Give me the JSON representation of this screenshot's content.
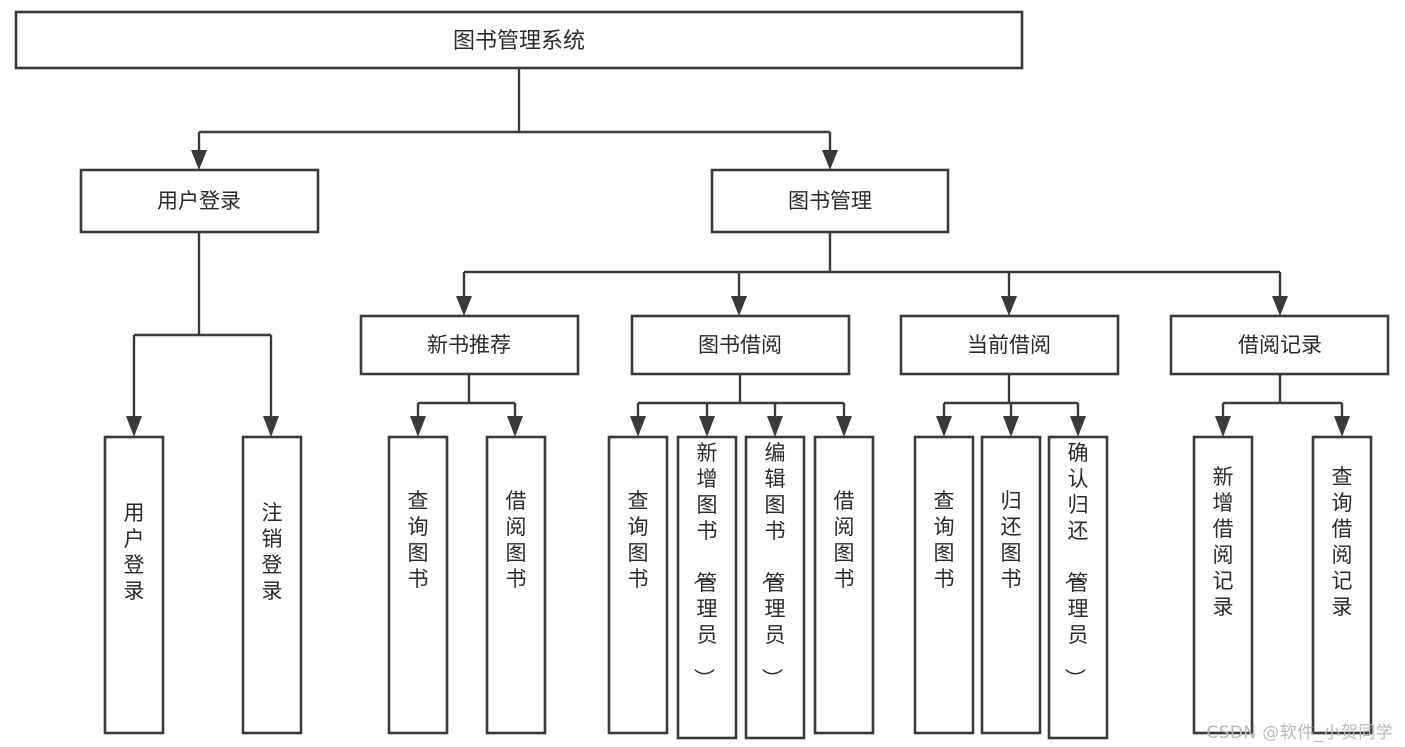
{
  "diagram": {
    "type": "tree",
    "title": "图书管理系统",
    "watermark": "CSDN @软件_小贺同学",
    "colors": {
      "background": "#ffffff",
      "box_stroke": "#3a3a3a",
      "box_fill": "#ffffff",
      "text": "#2b2b2b",
      "watermark": "#b9b9b9"
    },
    "root": {
      "label": "图书管理系统",
      "orientation": "horizontal"
    },
    "level2": [
      {
        "label": "用户登录",
        "orientation": "horizontal"
      },
      {
        "label": "图书管理",
        "orientation": "horizontal"
      }
    ],
    "level3": [
      {
        "label": "新书推荐",
        "orientation": "horizontal"
      },
      {
        "label": "图书借阅",
        "orientation": "horizontal"
      },
      {
        "label": "当前借阅",
        "orientation": "horizontal"
      },
      {
        "label": "借阅记录",
        "orientation": "horizontal"
      }
    ],
    "leaves": {
      "user_login": [
        {
          "label": "用户登录",
          "orientation": "vertical"
        },
        {
          "label": "注销登录",
          "orientation": "vertical"
        }
      ],
      "new_book_recommend": [
        {
          "label": "查询图书",
          "orientation": "vertical"
        },
        {
          "label": "借阅图书",
          "orientation": "vertical"
        }
      ],
      "book_borrow": [
        {
          "label": "查询图书",
          "orientation": "vertical"
        },
        {
          "label": "新增图书（管理员）",
          "orientation": "vertical"
        },
        {
          "label": "编辑图书（管理员）",
          "orientation": "vertical"
        },
        {
          "label": "借阅图书",
          "orientation": "vertical"
        }
      ],
      "current_borrow": [
        {
          "label": "查询图书",
          "orientation": "vertical"
        },
        {
          "label": "归还图书",
          "orientation": "vertical"
        },
        {
          "label": "确认归还（管理员）",
          "orientation": "vertical"
        }
      ],
      "borrow_record": [
        {
          "label": "新增借阅记录",
          "orientation": "vertical"
        },
        {
          "label": "查询借阅记录",
          "orientation": "vertical"
        }
      ]
    }
  }
}
